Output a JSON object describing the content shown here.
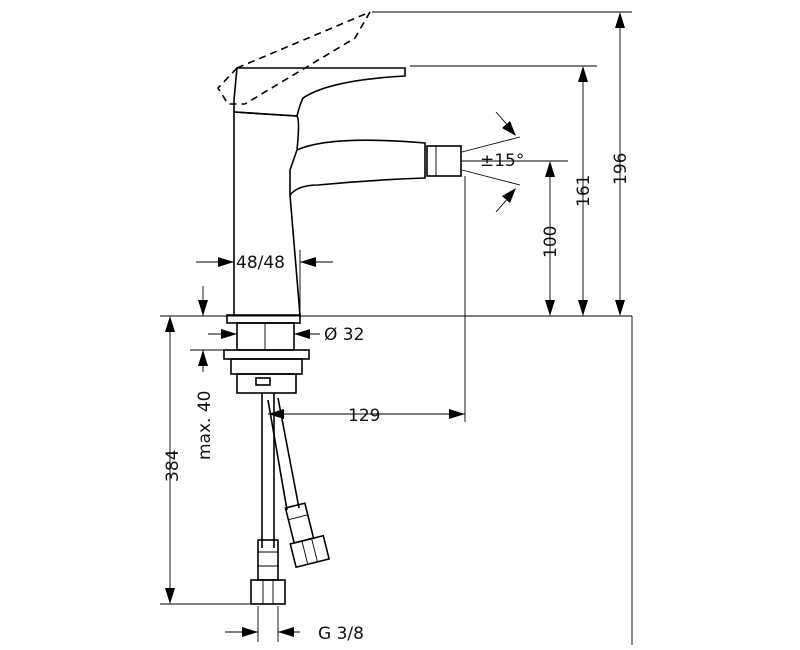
{
  "dimensions": {
    "overall_height": "196",
    "spout_height": "161",
    "nozzle_height": "100",
    "swivel_angle": "±15°",
    "body_width": "48/48",
    "hole_diameter": "Ø 32",
    "spout_reach": "129",
    "max_counter_thickness": "max. 40",
    "hose_length": "384",
    "connection_thread": "G 3/8"
  }
}
